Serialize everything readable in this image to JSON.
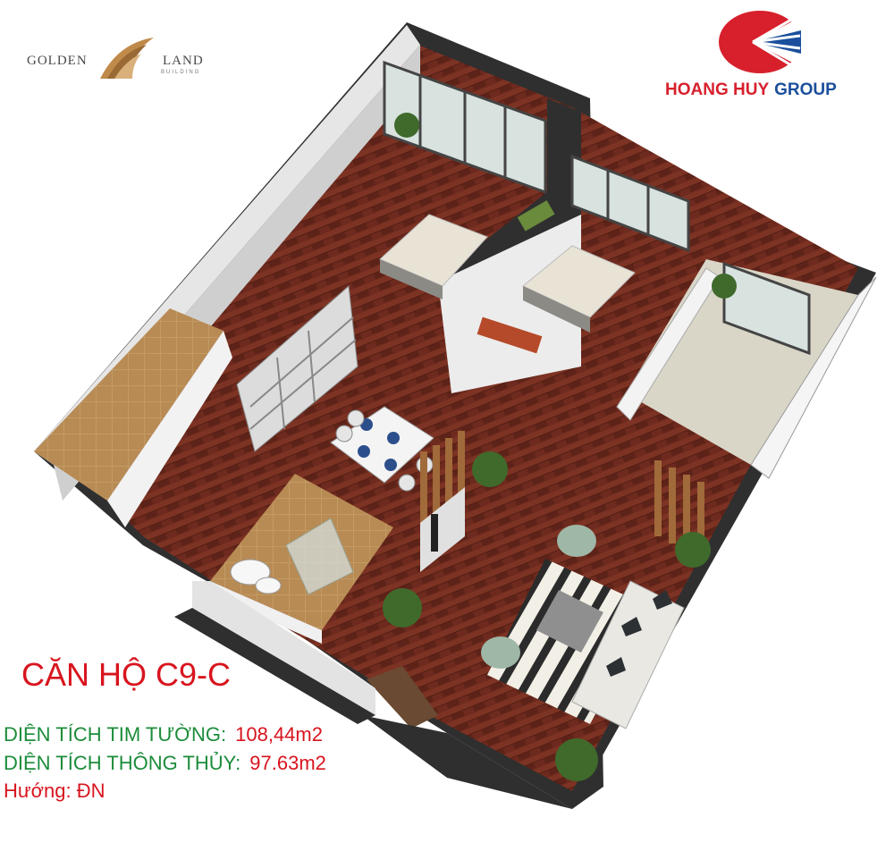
{
  "logos": {
    "golden_land": {
      "word1": "GOLDEN",
      "word2": "LAND",
      "tagline": "BUILDING"
    },
    "hoang_huy": {
      "name": "HOANG HUY",
      "group": "GROUP",
      "red": "#d7202c",
      "blue": "#1b4f9c"
    }
  },
  "plan": {
    "title": "CĂN HỘ C9-C",
    "area_wall_center": {
      "label": "DIỆN TÍCH TIM TƯỜNG:",
      "value": "108,44m2"
    },
    "area_clear": {
      "label": "DIỆN TÍCH THÔNG THỦY:",
      "value": "97.63m2"
    },
    "direction": "Hướng: ĐN"
  },
  "colors": {
    "title_red": "#d8141e",
    "label_green": "#1c8c3a",
    "floor_wood": "#6e2a1e",
    "wall_dark": "#2f2f2f"
  }
}
